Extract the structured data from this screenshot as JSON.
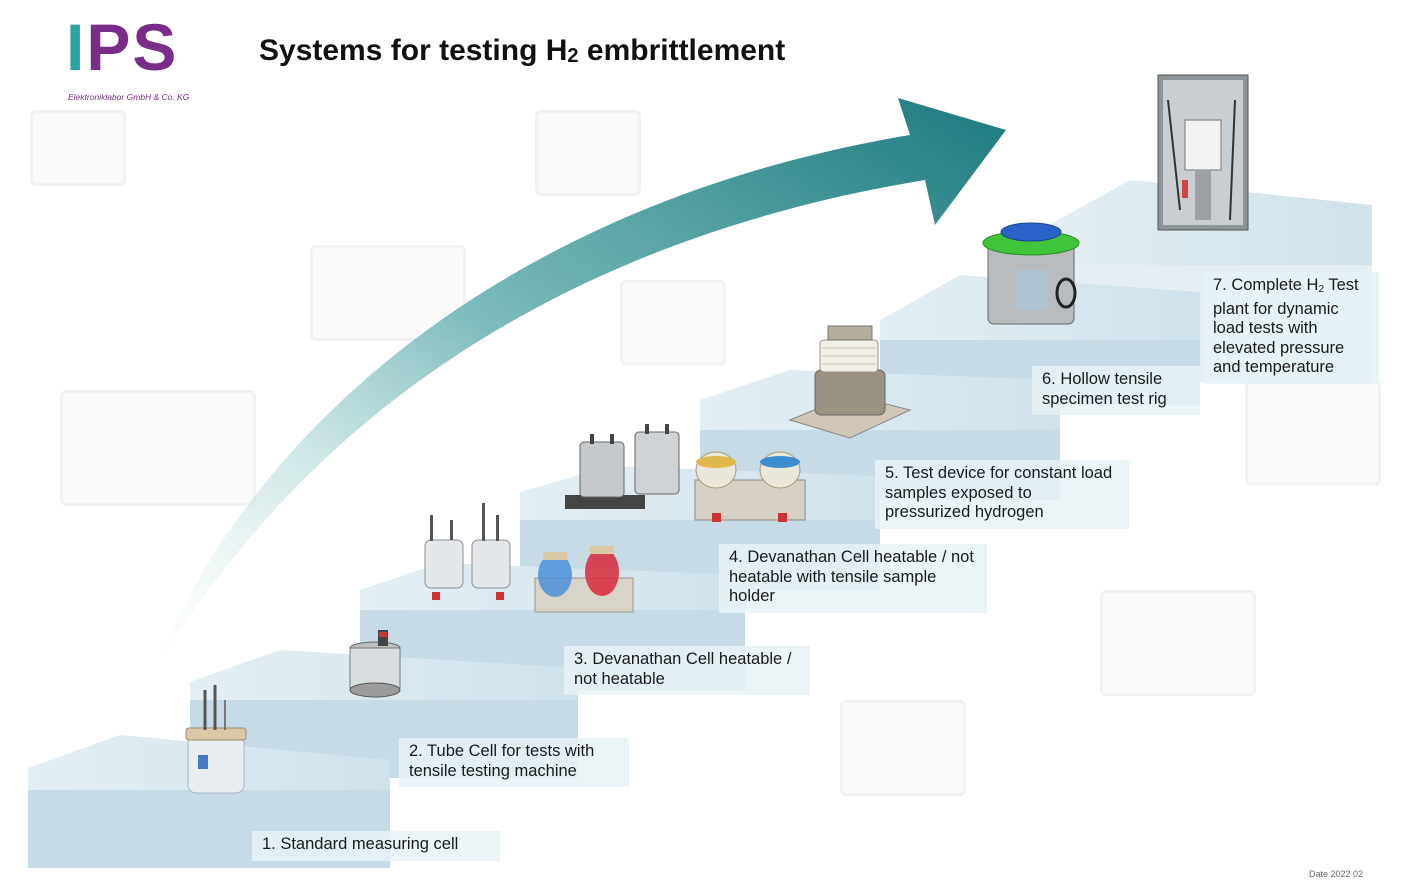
{
  "logo": {
    "letters": "IPS",
    "subtitle": "Elektroniklabor GmbH & Co. KG",
    "colors": {
      "I": "#2aa3a3",
      "P": "#7a2c8a",
      "S": "#7a2c8a"
    }
  },
  "title": {
    "text": "Systems for testing H",
    "sub": "2",
    "rest": " embrittlement"
  },
  "steps": [
    {
      "label": "1. Standard measuring cell"
    },
    {
      "label": "2. Tube Cell for tests with tensile testing machine"
    },
    {
      "label": "3. Devanathan Cell heatable / not heatable"
    },
    {
      "label": "4. Devanathan Cell heatable / not heatable with tensile sample holder"
    },
    {
      "label": "5. Test device for constant load samples exposed to pressurized hydrogen"
    },
    {
      "label": "6. Hollow tensile specimen test rig"
    },
    {
      "label_pre": "7. Complete H",
      "label_sub": "2",
      "label_post": " Test plant for dynamic load tests with elevated pressure and temperature"
    }
  ],
  "date": "Date 2022 02",
  "colors": {
    "step_top": "#dce9f0",
    "step_front": "#c6dbe6",
    "arrow_dark": "#1b7a7d",
    "arrow_light": "#e6f2f2"
  }
}
